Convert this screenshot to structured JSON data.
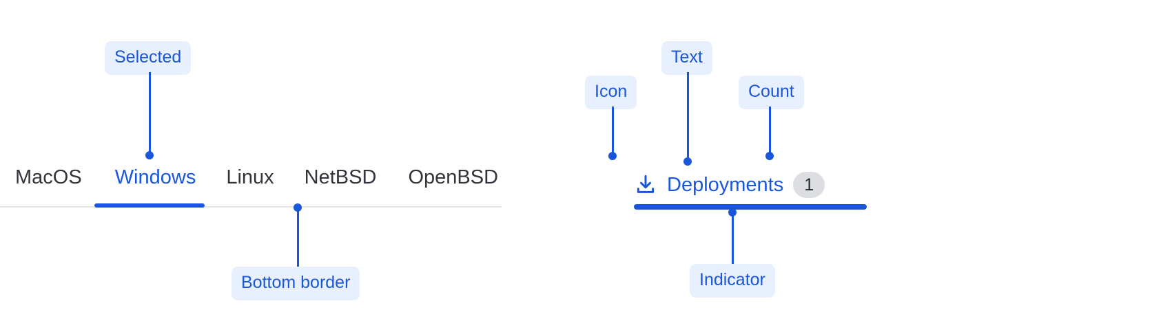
{
  "theme": {
    "accent": "#1a56db",
    "pill_bg": "#e8f0fe",
    "tab_text": "#31353b",
    "divider": "#e4e6e8",
    "badge_bg": "#dcdee1",
    "badge_text": "#24282d",
    "canvas": "#ffffff"
  },
  "left_example": {
    "name": "os-tabs",
    "tabs": [
      {
        "label": "MacOS",
        "selected": false
      },
      {
        "label": "Windows",
        "selected": true
      },
      {
        "label": "Linux",
        "selected": false
      },
      {
        "label": "NetBSD",
        "selected": false
      },
      {
        "label": "OpenBSD",
        "selected": false
      }
    ],
    "annotations": [
      {
        "label": "Selected",
        "target": "selected-tab"
      },
      {
        "label": "Bottom border",
        "target": "tabset-divider"
      }
    ]
  },
  "right_example": {
    "name": "deployments-tab",
    "icon": "download-icon",
    "label": "Deployments",
    "count": "1",
    "annotations": [
      {
        "label": "Icon",
        "target": "deploy-icon"
      },
      {
        "label": "Text",
        "target": "deploy-label"
      },
      {
        "label": "Count",
        "target": "count-badge"
      },
      {
        "label": "Indicator",
        "target": "deploy-underline"
      }
    ]
  }
}
